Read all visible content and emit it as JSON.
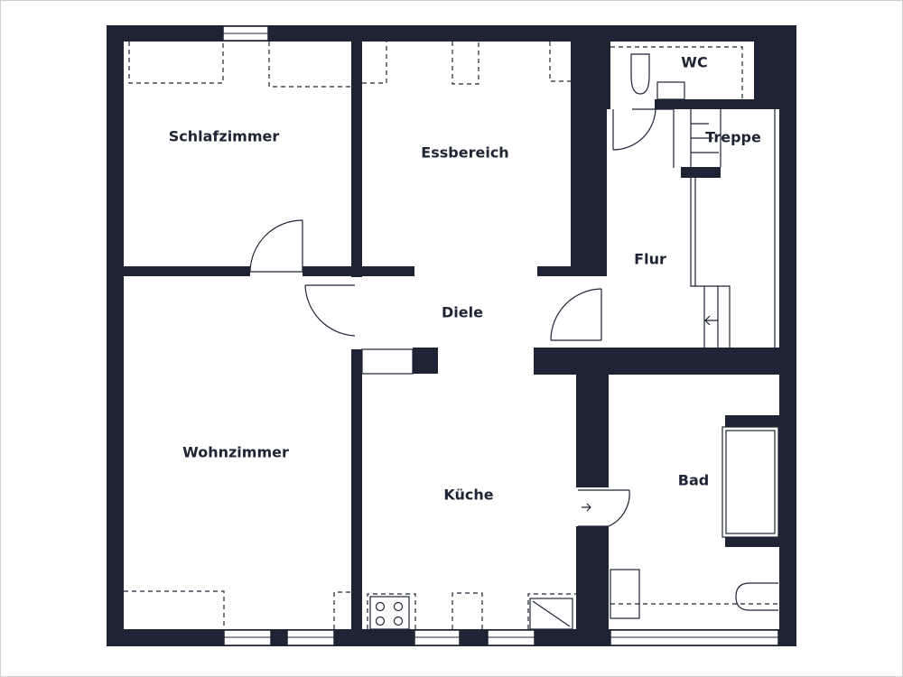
{
  "colors": {
    "wall": "#1e2434",
    "floor": "#ffffff",
    "detail": "#1e2434"
  },
  "rooms": [
    {
      "id": "schlafzimmer",
      "label": "Schlafzimmer"
    },
    {
      "id": "essbereich",
      "label": "Essbereich"
    },
    {
      "id": "wc",
      "label": "WC"
    },
    {
      "id": "treppe",
      "label": "Treppe"
    },
    {
      "id": "flur",
      "label": "Flur"
    },
    {
      "id": "diele",
      "label": "Diele"
    },
    {
      "id": "wohnzimmer",
      "label": "Wohnzimmer"
    },
    {
      "id": "kueche",
      "label": "Küche"
    },
    {
      "id": "bad",
      "label": "Bad"
    }
  ]
}
